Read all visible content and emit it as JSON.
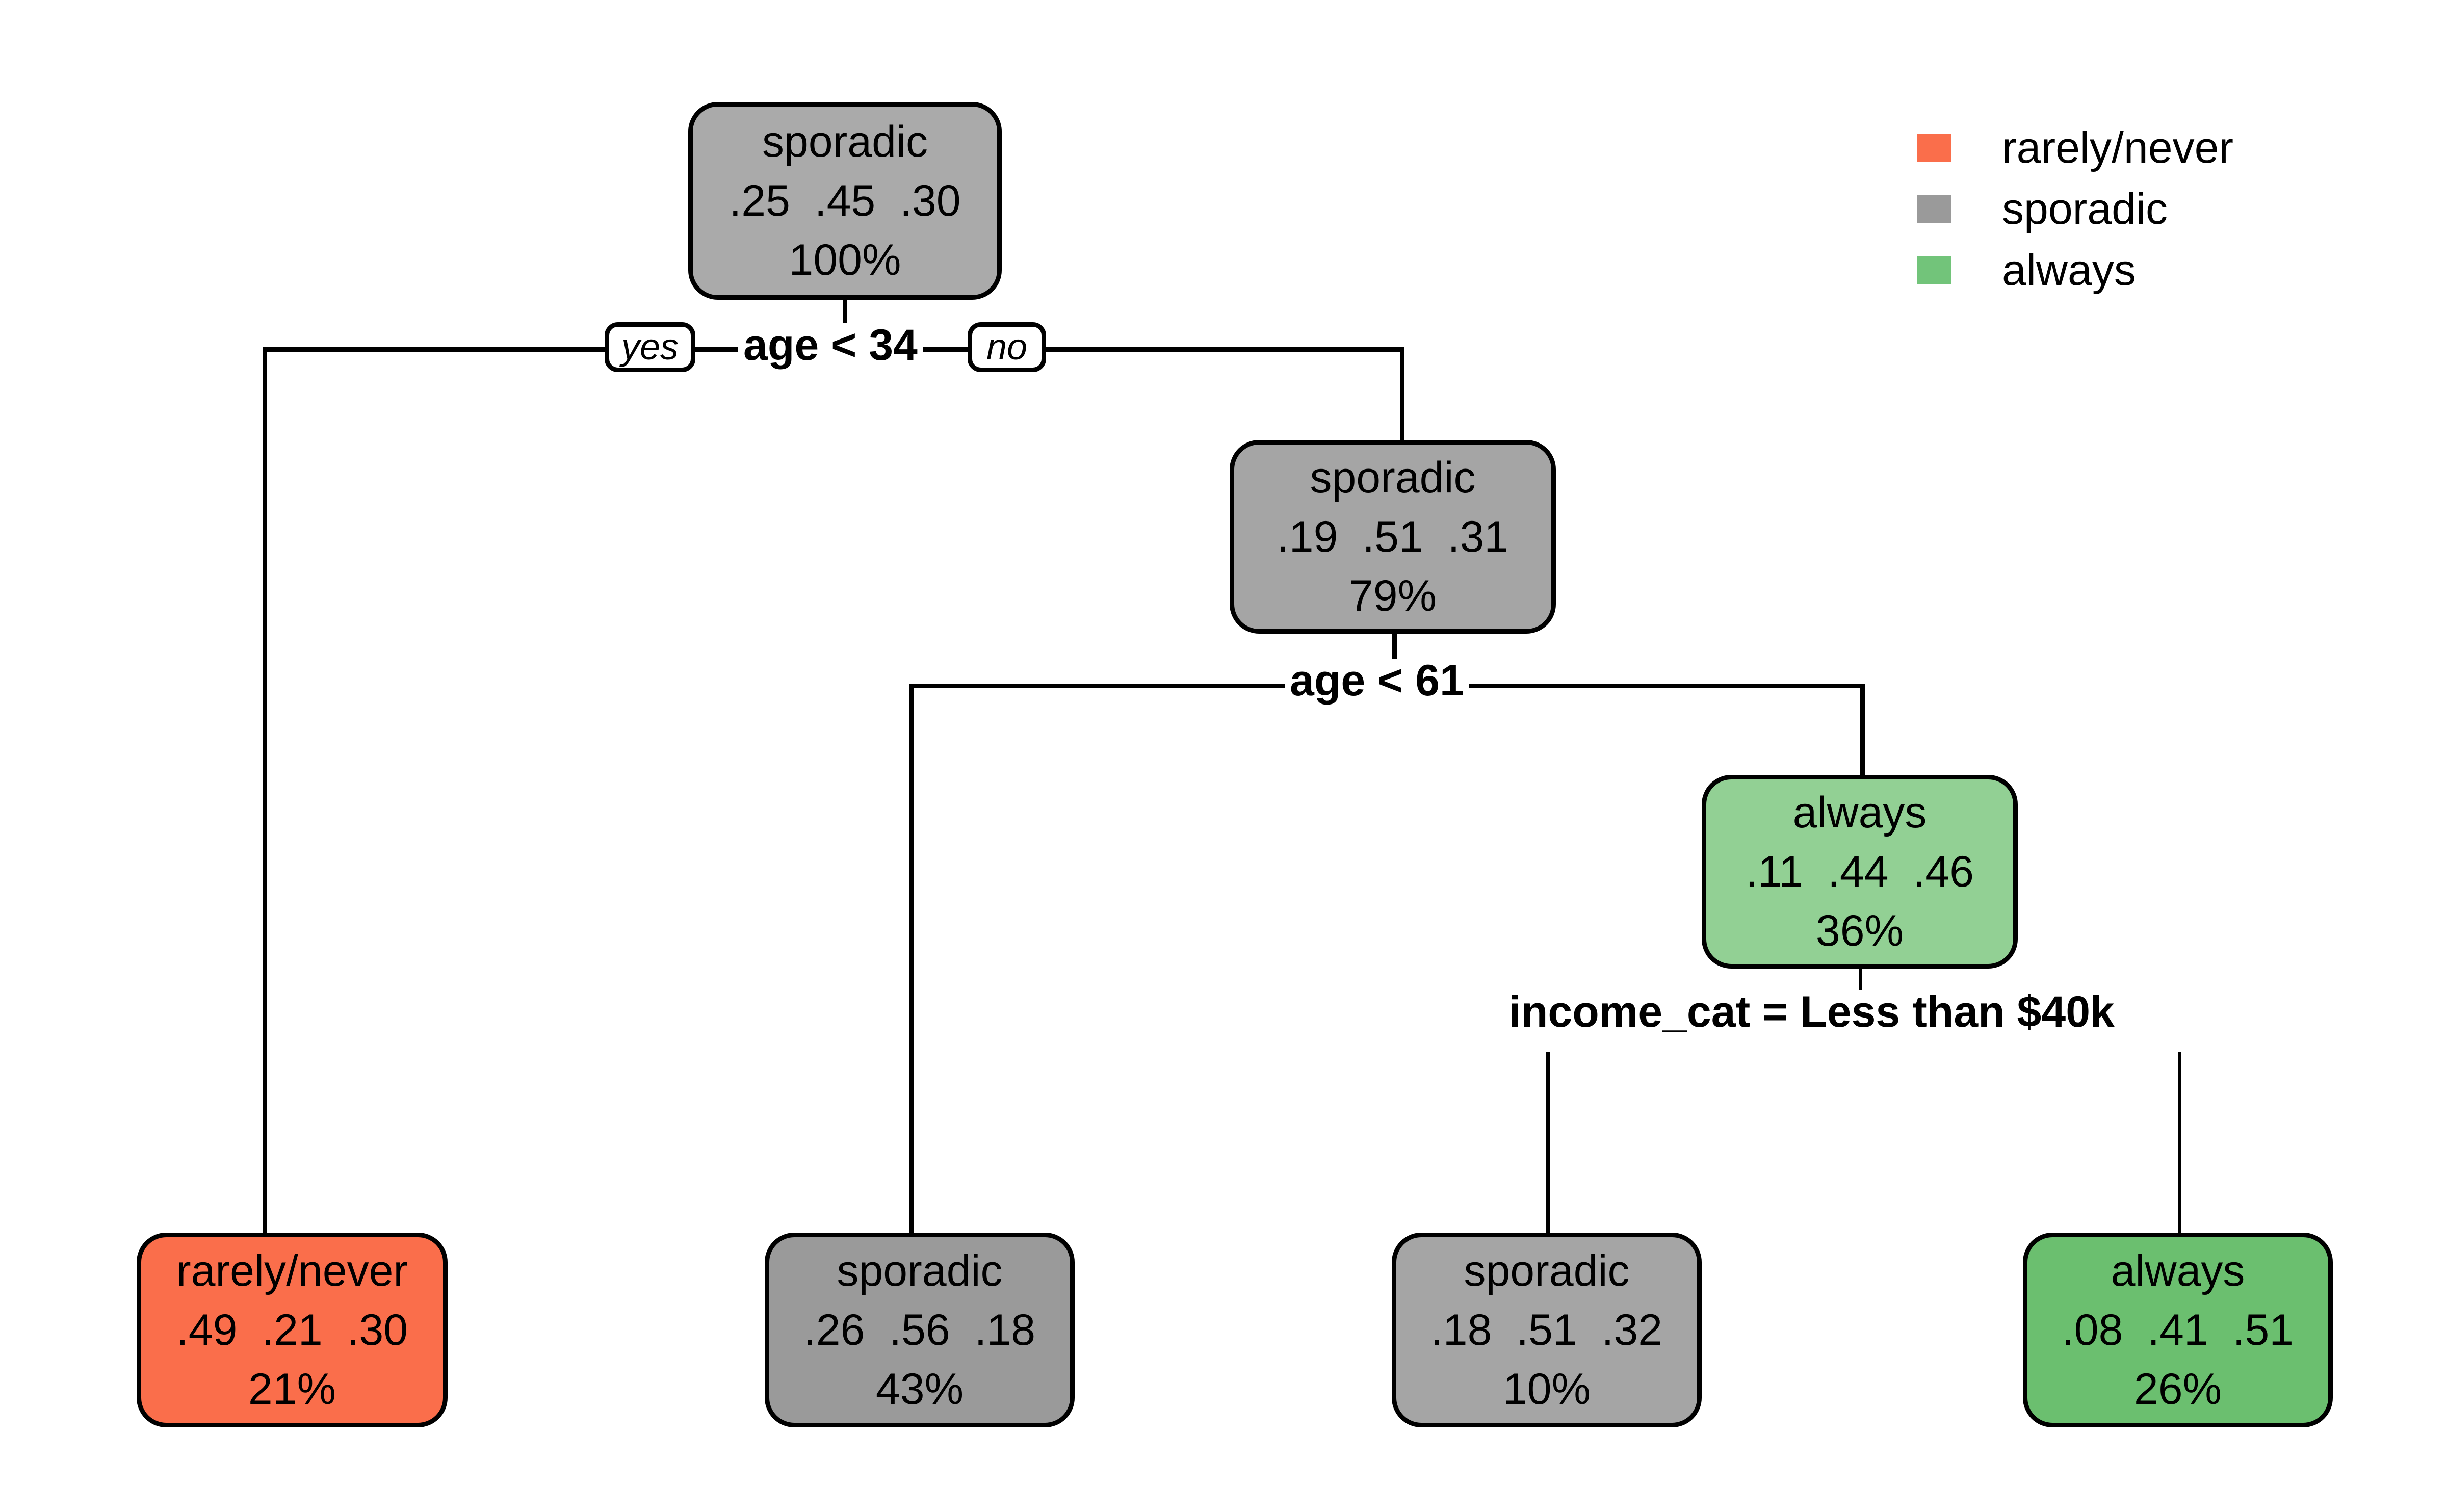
{
  "chart_data": {
    "type": "tree",
    "title": "",
    "class_labels": [
      "rarely/never",
      "sporadic",
      "always"
    ],
    "class_colors": {
      "rarely/never": "#fa6e4b",
      "sporadic": "#9a9a9a",
      "always": "#72c47a"
    },
    "nodes": [
      {
        "id": "root",
        "predicted_class": "sporadic",
        "probs": ".25  .45  .30",
        "prob_values": [
          0.25,
          0.45,
          0.3
        ],
        "pct": "100%",
        "pct_value": 100,
        "fill": "#aaaaaa"
      },
      {
        "id": "n2",
        "predicted_class": "sporadic",
        "probs": ".19  .51  .31",
        "prob_values": [
          0.19,
          0.51,
          0.31
        ],
        "pct": "79%",
        "pct_value": 79,
        "fill": "#a5a5a5"
      },
      {
        "id": "n_always",
        "predicted_class": "always",
        "probs": ".11  .44  .46",
        "prob_values": [
          0.11,
          0.44,
          0.46
        ],
        "pct": "36%",
        "pct_value": 36,
        "fill": "#92d094"
      },
      {
        "id": "leaf1",
        "predicted_class": "rarely/never",
        "probs": ".49  .21  .30",
        "prob_values": [
          0.49,
          0.21,
          0.3
        ],
        "pct": "21%",
        "pct_value": 21,
        "fill": "#fa6e4b"
      },
      {
        "id": "leaf2",
        "predicted_class": "sporadic",
        "probs": ".26  .56  .18",
        "prob_values": [
          0.26,
          0.56,
          0.18
        ],
        "pct": "43%",
        "pct_value": 43,
        "fill": "#9a9a9a"
      },
      {
        "id": "leaf3",
        "predicted_class": "sporadic",
        "probs": ".18  .51  .32",
        "prob_values": [
          0.18,
          0.51,
          0.32
        ],
        "pct": "10%",
        "pct_value": 10,
        "fill": "#a5a5a5"
      },
      {
        "id": "leaf4",
        "predicted_class": "always",
        "probs": ".08  .41  .51",
        "prob_values": [
          0.08,
          0.41,
          0.51
        ],
        "pct": "26%",
        "pct_value": 26,
        "fill": "#6bbf6f"
      }
    ],
    "splits": [
      {
        "id": "split1",
        "label": "age < 34",
        "yes_label": "yes",
        "no_label": "no"
      },
      {
        "id": "split2",
        "label": "age < 61"
      },
      {
        "id": "split3",
        "label": "income_cat = Less than $40k"
      }
    ]
  },
  "legend": {
    "items": [
      {
        "label": "rarely/never",
        "color": "#fa6e4b"
      },
      {
        "label": "sporadic",
        "color": "#9a9a9a"
      },
      {
        "label": "always",
        "color": "#72c47a"
      }
    ]
  },
  "nodes": {
    "root": {
      "cls": "sporadic",
      "probs": ".25  .45  .30",
      "pct": "100%"
    },
    "n2": {
      "cls": "sporadic",
      "probs": ".19  .51  .31",
      "pct": "79%"
    },
    "n_always": {
      "cls": "always",
      "probs": ".11  .44  .46",
      "pct": "36%"
    },
    "leaf1": {
      "cls": "rarely/never",
      "probs": ".49  .21  .30",
      "pct": "21%"
    },
    "leaf2": {
      "cls": "sporadic",
      "probs": ".26  .56  .18",
      "pct": "43%"
    },
    "leaf3": {
      "cls": "sporadic",
      "probs": ".18  .51  .32",
      "pct": "10%"
    },
    "leaf4": {
      "cls": "always",
      "probs": ".08  .41  .51",
      "pct": "26%"
    }
  },
  "splits": {
    "split1": {
      "label": "age < 34",
      "yes": "yes",
      "no": "no"
    },
    "split2": {
      "label": "age < 61"
    },
    "split3": {
      "label": "income_cat = Less than $40k"
    }
  }
}
